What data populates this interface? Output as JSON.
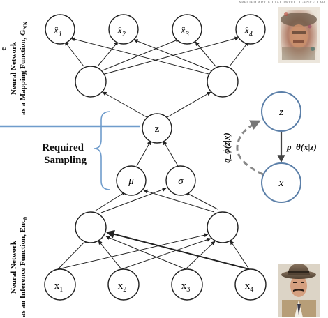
{
  "header": {
    "corner_text": "APPLIED ARTIFICIAL INTELLIGENCE LAB"
  },
  "side_labels": {
    "decoder": {
      "line1": "Neural Network",
      "line2": "as a Mapping Function, G",
      "sub": "NN"
    },
    "encoder": {
      "line1": "Neural Network",
      "line2": "as an Inference Function, Enc",
      "sub": "θ"
    },
    "cut_letter": "e"
  },
  "network": {
    "outputs": [
      {
        "base": "x̂",
        "sub": "1"
      },
      {
        "base": "x̂",
        "sub": "2"
      },
      {
        "base": "x̂",
        "sub": "3"
      },
      {
        "base": "x̂",
        "sub": "4"
      }
    ],
    "latent": "z",
    "mu": "μ",
    "sigma": "σ",
    "inputs": [
      {
        "base": "x",
        "sub": "1"
      },
      {
        "base": "x",
        "sub": "2"
      },
      {
        "base": "x",
        "sub": "3"
      },
      {
        "base": "x",
        "sub": "4"
      }
    ]
  },
  "sampling": {
    "line1": "Required",
    "line2": "Sampling"
  },
  "graphical_model": {
    "z_label": "z",
    "x_label": "x",
    "q_label": "q_ϕ(z|x)",
    "p_label": "p_θ(x|z)"
  },
  "colors": {
    "node_stroke": "#222222",
    "model_stroke": "#5b7fa8",
    "bracket": "#6f9ccc",
    "dashed": "#888888",
    "text": "#111111"
  },
  "icons": {
    "reconstructed_photo": "blurry-portrait-photo",
    "input_photo": "man-in-hat-portrait-photo"
  }
}
